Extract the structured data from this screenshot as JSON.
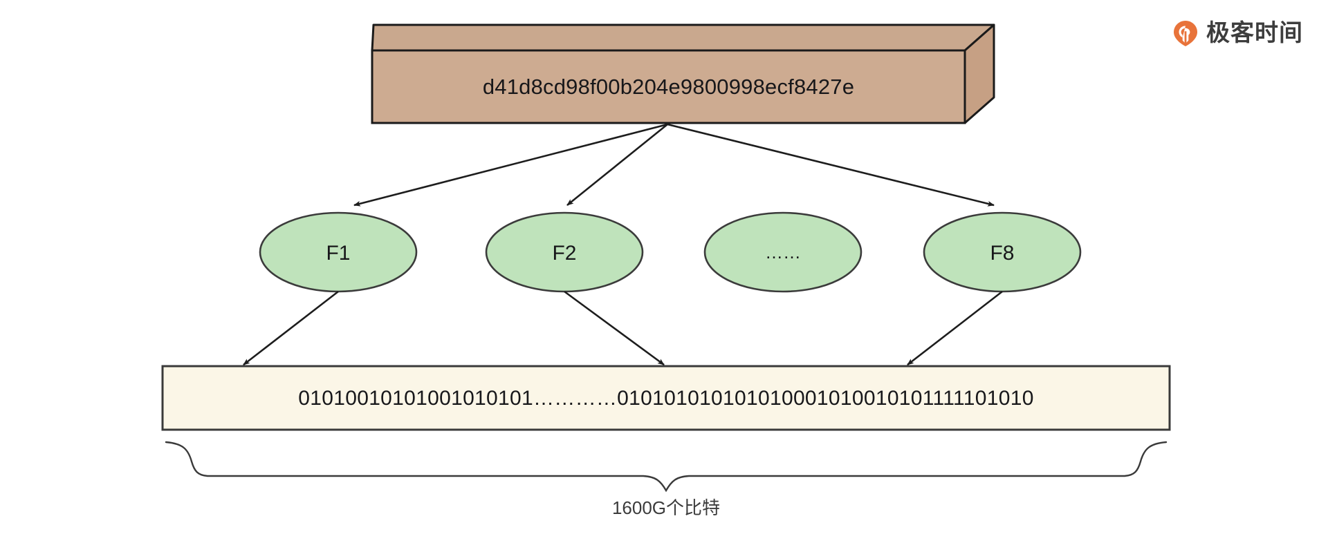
{
  "diagram": {
    "hash_box": {
      "label": "d41d8cd98f00b204e9800998ecf8427e",
      "face_color": "#cdab91",
      "top_color": "#c9a88e",
      "side_color": "#c6a084",
      "stroke_color": "#1a1a1a"
    },
    "nodes": [
      {
        "id": "f1",
        "label": "F1"
      },
      {
        "id": "f2",
        "label": "F2"
      },
      {
        "id": "fdots",
        "label": "……"
      },
      {
        "id": "f8",
        "label": "F8"
      }
    ],
    "node_style": {
      "fill_color": "#bfe3bb",
      "stroke_color": "#3b3b3b"
    },
    "bits_box": {
      "label": "01010010101001010101…………010101010101010001010010101111101010",
      "fill_color": "#fbf6e7",
      "stroke_color": "#3a3a3a"
    },
    "brace_caption": "1600G个比特",
    "arrow_color": "#1d1d1d"
  },
  "branding": {
    "logo_text": "极客时间",
    "logo_color": "#e8733a",
    "logo_text_color": "#3d3d3d"
  }
}
